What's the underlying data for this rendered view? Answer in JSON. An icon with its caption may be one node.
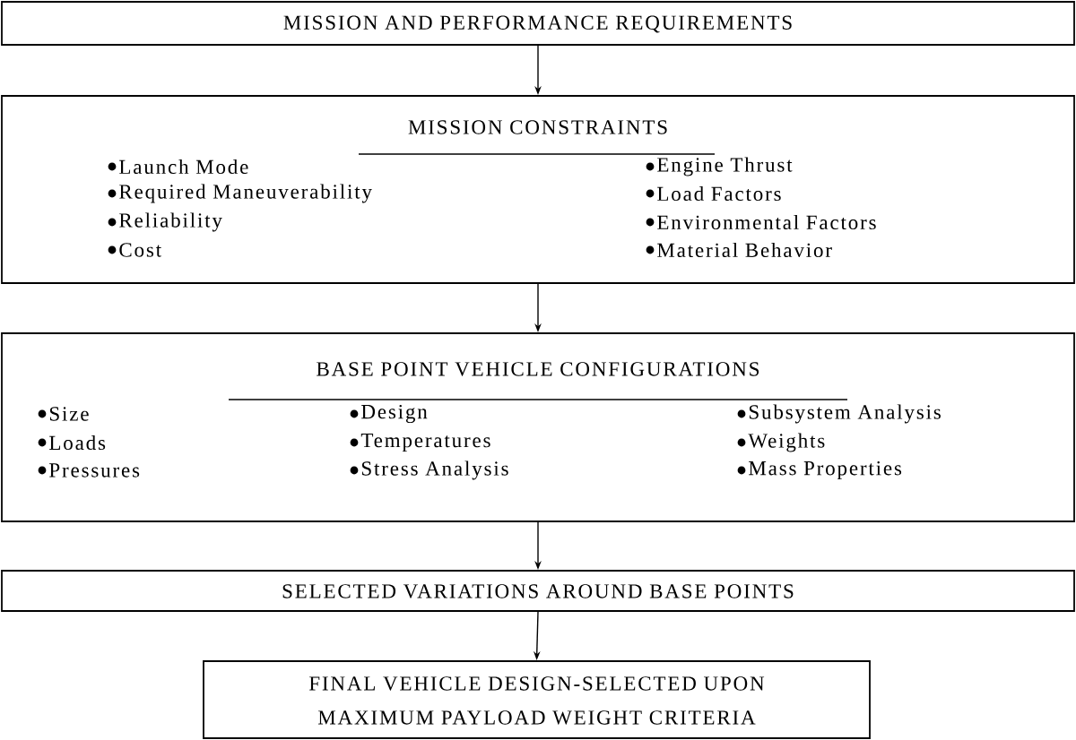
{
  "diagram": {
    "nodes": [
      {
        "text": [
          "MISSION AND PERFORMANCE REQUIREMENTS"
        ]
      },
      {
        "text": [
          "MISSION CONSTRAINTS",
          "Launch Mode",
          "Required Maneuverability",
          "Reliability",
          "Cost",
          "Engine Thrust",
          "Load Factors",
          "Environmental Factors",
          "Material Behavior"
        ]
      },
      {
        "text": [
          "BASE POINT VEHICLE CONFIGURATIONS",
          "Size",
          "Loads",
          "Pressures",
          "Design",
          "Temperatures",
          "Stress Analysis",
          "Subsystem Analysis",
          "Weights",
          "Mass Properties"
        ]
      },
      {
        "text": [
          "SELECTED VARIATIONS AROUND BASE POINTS"
        ]
      },
      {
        "text": [
          "FINAL VEHICLE DESIGN-SELECTED UPON MAXIMUM PAYLOAD WEIGHT CRITERIA"
        ]
      }
    ],
    "edges": [
      {
        "from": 0,
        "to": 1,
        "arrow": "to"
      },
      {
        "from": 1,
        "to": 2,
        "arrow": "to"
      },
      {
        "from": 2,
        "to": 3,
        "arrow": "to"
      },
      {
        "from": 3,
        "to": 4,
        "arrow": "to"
      }
    ]
  }
}
